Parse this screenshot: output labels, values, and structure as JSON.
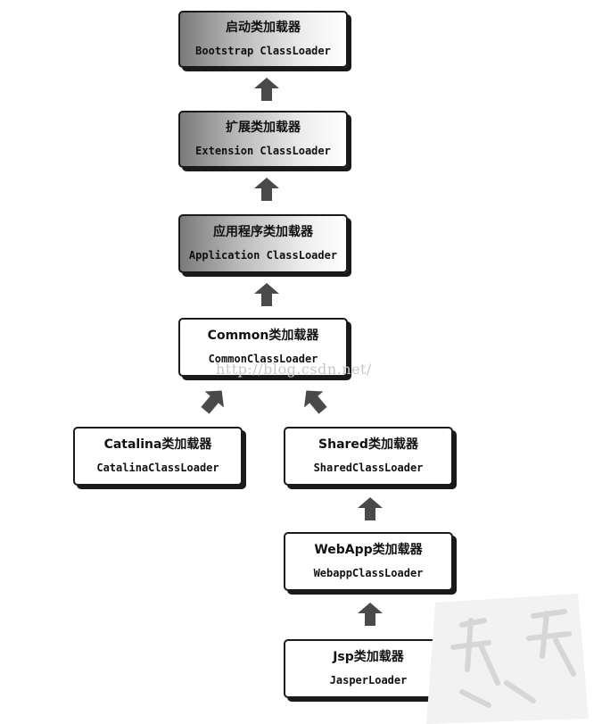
{
  "nodes": {
    "bootstrap": {
      "cn": "启动类加载器",
      "en": "Bootstrap ClassLoader"
    },
    "extension": {
      "cn": "扩展类加载器",
      "en": "Extension ClassLoader"
    },
    "application": {
      "cn": "应用程序类加载器",
      "en": "Application ClassLoader"
    },
    "common": {
      "cn": "Common类加载器",
      "en": "CommonClassLoader"
    },
    "catalina": {
      "cn": "Catalina类加载器",
      "en": "CatalinaClassLoader"
    },
    "shared": {
      "cn": "Shared类加载器",
      "en": "SharedClassLoader"
    },
    "webapp": {
      "cn": "WebApp类加载器",
      "en": "WebappClassLoader"
    },
    "jsp": {
      "cn": "Jsp类加载器",
      "en": "JasperLoader"
    }
  },
  "watermark": {
    "url": "http://blog.csdn.net/"
  },
  "colors": {
    "gray_gradient": "#7a7a7a",
    "border": "#1a1a1a",
    "arrow": "#4a4a4a"
  }
}
